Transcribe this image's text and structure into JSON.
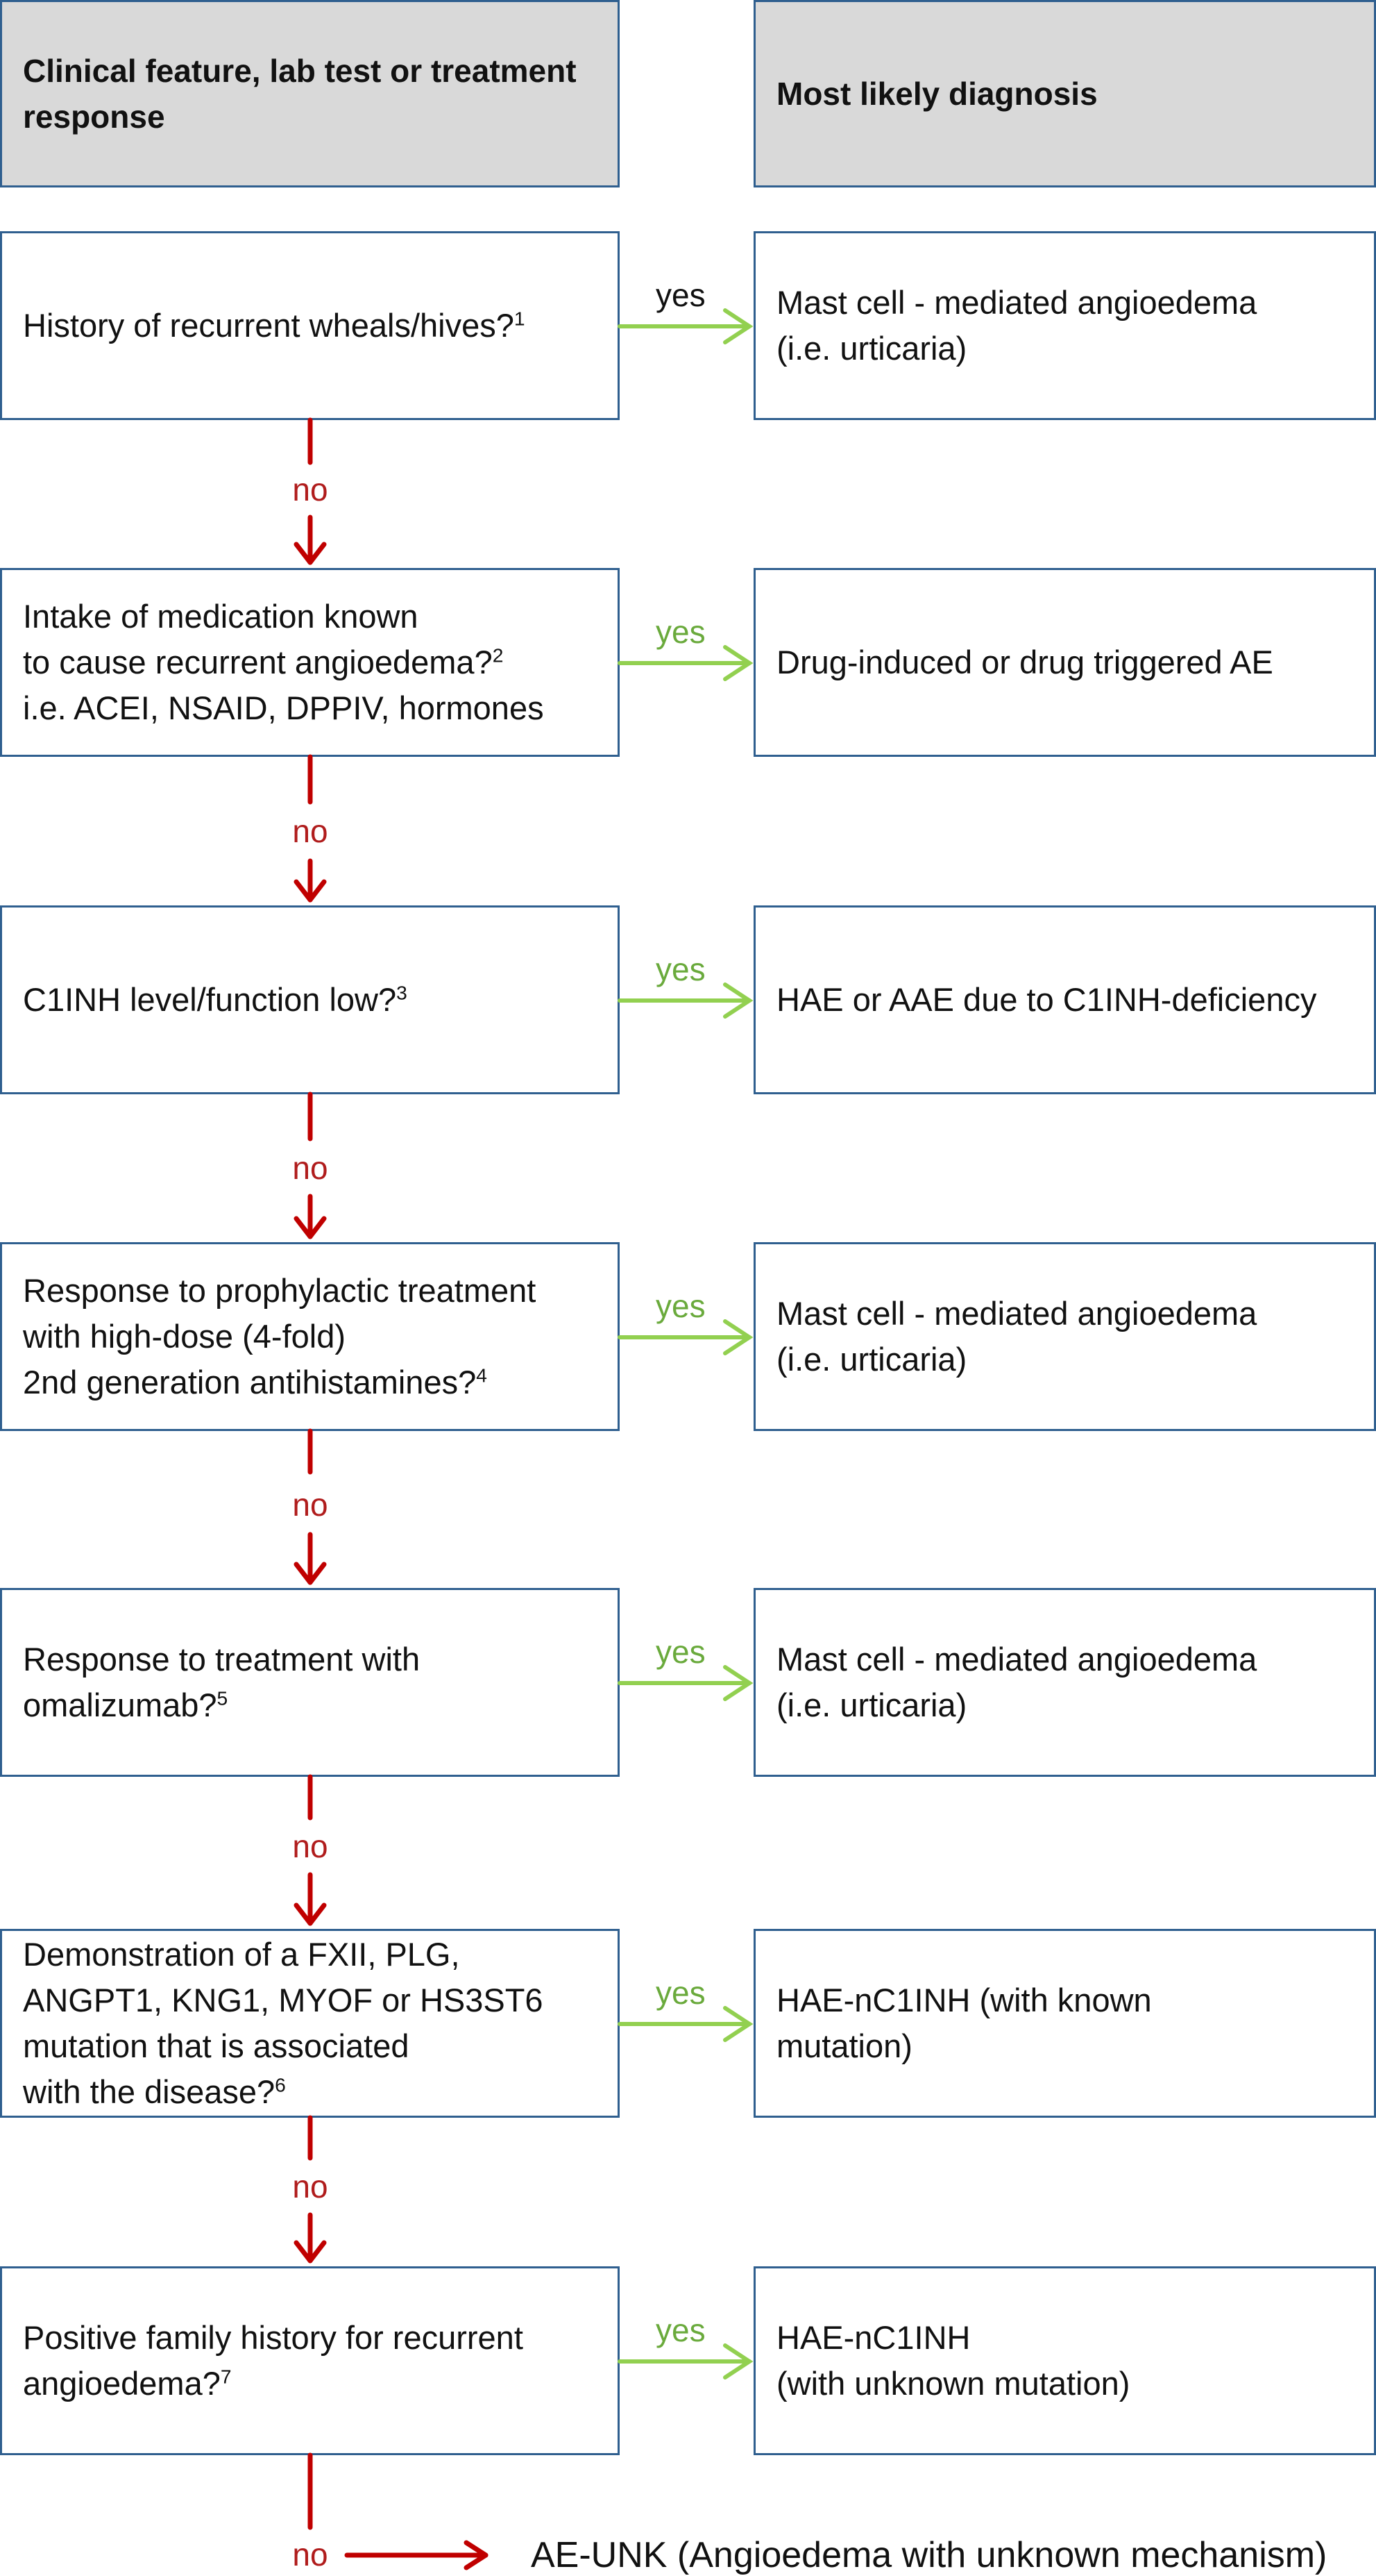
{
  "header": {
    "left": "Clinical feature, lab test or treatment response",
    "right": "Most likely diagnosis"
  },
  "yes_label": "yes",
  "no_label": "no",
  "steps": [
    {
      "question": "History of recurrent wheals/hives?",
      "footnote": "1",
      "diagnosis": "Mast cell - mediated angioedema\n(i.e. urticaria)"
    },
    {
      "question": "Intake of medication known\nto cause recurrent angioedema?",
      "footnote": "2",
      "question_extra": "i.e. ACEI, NSAID, DPPIV, hormones",
      "diagnosis": "Drug-induced or drug triggered AE"
    },
    {
      "question": "C1INH level/function low?",
      "footnote": "3",
      "diagnosis": "HAE or AAE due to C1INH-deficiency"
    },
    {
      "question": "Response to prophylactic treatment\nwith high-dose (4-fold)\n2nd generation antihistamines?",
      "footnote": "4",
      "diagnosis": "Mast cell - mediated angioedema\n(i.e. urticaria)"
    },
    {
      "question": "Response to treatment with\nomalizumab?",
      "footnote": "5",
      "diagnosis": "Mast cell - mediated angioedema\n(i.e. urticaria)"
    },
    {
      "question": "Demonstration of a FXII, PLG,\nANGPT1, KNG1, MYOF or HS3ST6\nmutation that is associated\nwith the disease?",
      "footnote": "6",
      "diagnosis": "HAE-nC1INH  (with known\nmutation)"
    },
    {
      "question": "Positive family history for recurrent\nangioedema?",
      "footnote": "7",
      "diagnosis": "HAE-nC1INH\n(with unknown mutation)"
    }
  ],
  "final_outcome": "AE-UNK (Angioedema with unknown mechanism)",
  "colors": {
    "box_border": "#2f5f8f",
    "header_fill": "#d9d9d9",
    "yes_arrow": "#92d050",
    "no_arrow": "#c00000"
  }
}
